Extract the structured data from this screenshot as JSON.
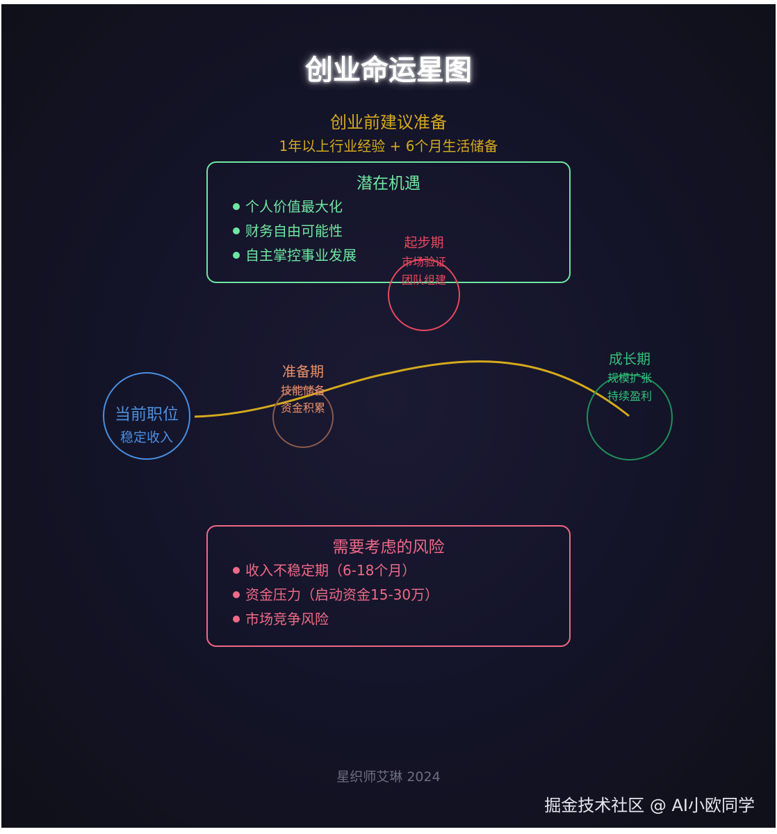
{
  "title": "创业命运星图",
  "preparation": {
    "title": "创业前建议准备",
    "detail": "1年以上行业经验 + 6个月生活储备"
  },
  "opportunities": {
    "title": "潜在机遇",
    "items": [
      "个人价值最大化",
      "财务自由可能性",
      "自主掌控事业发展"
    ],
    "color": "#6ee6a0"
  },
  "risks": {
    "title": "需要考虑的风险",
    "items": [
      "收入不稳定期（6-18个月）",
      "资金压力（启动资金15-30万）",
      "市场竞争风险"
    ],
    "color": "#ef6a86"
  },
  "stages": {
    "current": {
      "name": "当前职位",
      "desc": "稳定收入",
      "color": "#4a8fe0"
    },
    "prepare": {
      "name": "准备期",
      "desc1": "技能储备",
      "desc2": "资金积累",
      "color": "#e8906a"
    },
    "start": {
      "name": "起步期",
      "desc1": "市场验证",
      "desc2": "团队组建",
      "color": "#e8485e"
    },
    "growth": {
      "name": "成长期",
      "desc1": "规模扩张",
      "desc2": "持续盈利",
      "color": "#33c07a"
    }
  },
  "path_color": "#d4aa1c",
  "footer": "星织师艾琳 2024",
  "watermark": "掘金技术社区 @ AI小欧同学"
}
